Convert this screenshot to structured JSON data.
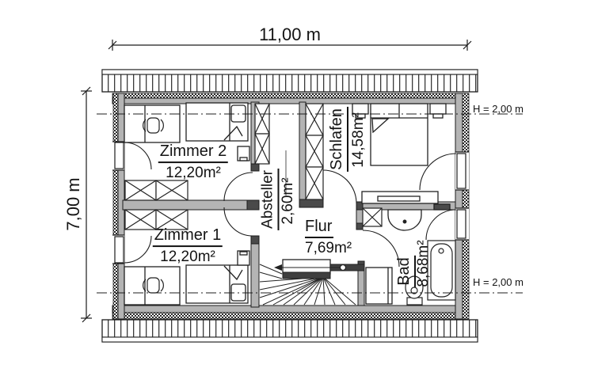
{
  "dimensions": {
    "width_label": "11,00 m",
    "height_label": "7,00 m"
  },
  "knee_wall_markers": {
    "top": "H = 2,00 m",
    "bottom": "H = 2,00 m"
  },
  "rooms": {
    "zimmer2": {
      "name": "Zimmer 2",
      "area": "12,20m²"
    },
    "zimmer1": {
      "name": "Zimmer 1",
      "area": "12,20m²"
    },
    "absteller": {
      "name": "Absteller",
      "area": "2,60m²"
    },
    "schlafen": {
      "name": "Schlafen",
      "area": "14,58m²"
    },
    "flur": {
      "name": "Flur",
      "area": "7,69m²"
    },
    "bad": {
      "name": "Bad",
      "area": "8,68m²"
    }
  },
  "colors": {
    "wall_fill": "#b4b4b4",
    "line": "#1c1c1c",
    "background": "#ffffff"
  }
}
